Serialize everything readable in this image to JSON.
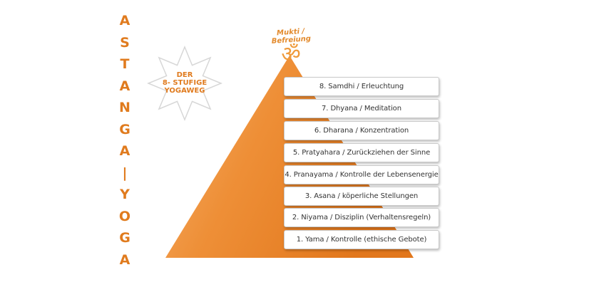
{
  "vertical_title": [
    "A",
    "S",
    "T",
    "A",
    "N",
    "G",
    "A",
    "|",
    "Y",
    "O",
    "G",
    "A"
  ],
  "badge": {
    "line1": "DER",
    "line2": "8- STUFIGE",
    "line3": "YOGAWEG"
  },
  "apex": {
    "caption": "Mukti / Befreiung",
    "symbol": "ॐ"
  },
  "colors": {
    "accent": "#e07b1e",
    "pyramid_light": "#f7a85c",
    "pyramid_dark": "#e2771c"
  },
  "steps": [
    "8. Samdhi / Erleuchtung",
    "7. Dhyana / Meditation",
    "6. Dharana / Konzentration",
    "5. Pratyahara / Zurückziehen der  Sinne",
    "4. Pranayama / Kontrolle der Lebensenergie",
    "3. Asana / köperliche Stellungen",
    "2. Niyama / Disziplin (Verhaltensregeln)",
    "1. Yama / Kontrolle (ethische Gebote)"
  ]
}
